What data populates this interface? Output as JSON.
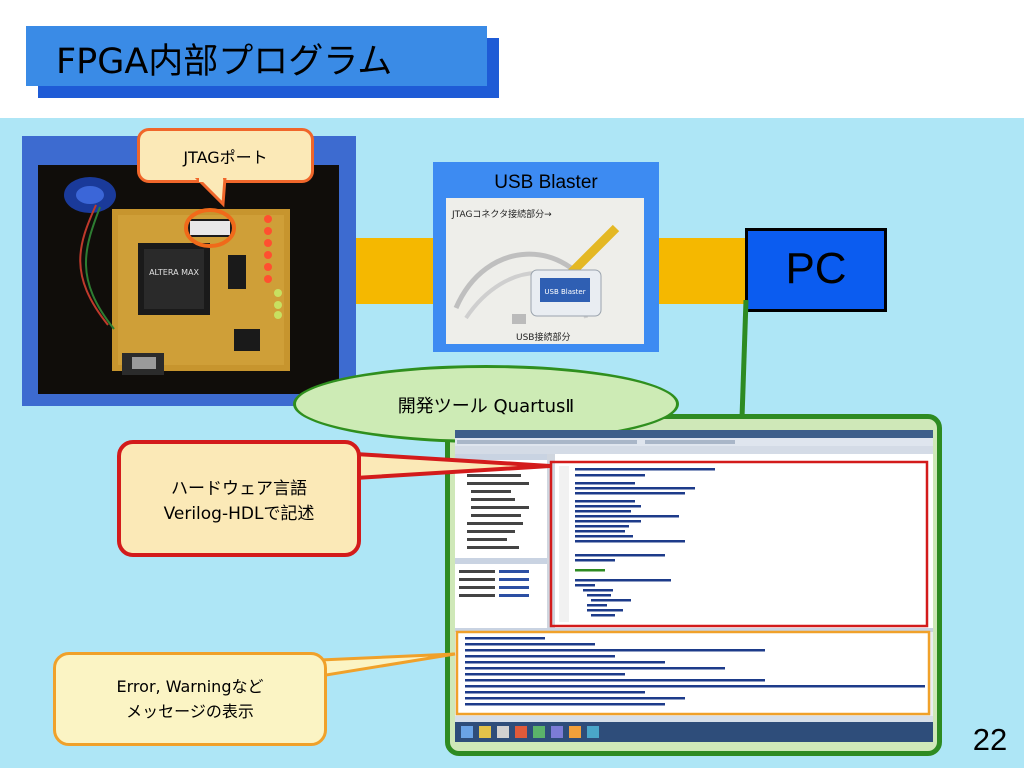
{
  "slide": {
    "title": "FPGA内部プログラム",
    "page_number": "22"
  },
  "labels": {
    "jtag_port": "JTAGポート",
    "usb_blaster": "USB Blaster",
    "pc": "PC",
    "quartus": "開発ツール QuartusⅡ",
    "hdl_line1": "ハードウェア言語",
    "hdl_line2": "Verilog-HDLで記述",
    "msg_line1": "Error, Warningなど",
    "msg_line2": "メッセージの表示"
  },
  "usb_photo": {
    "caption_connector": "JTAGコネクタ接続部分→",
    "caption_usb": "USB接続部分",
    "device_label": "USB Blaster"
  },
  "board_photo": {
    "chip_label": "ALTERA MAX"
  },
  "colors": {
    "title_box": "#3a8be6",
    "content_bg": "#aee6f6",
    "band": "#f5b800",
    "pc_box": "#0b5cf0",
    "green_frame": "#2e8b22",
    "red_highlight": "#d31b1b",
    "orange_highlight": "#f0a12a"
  }
}
